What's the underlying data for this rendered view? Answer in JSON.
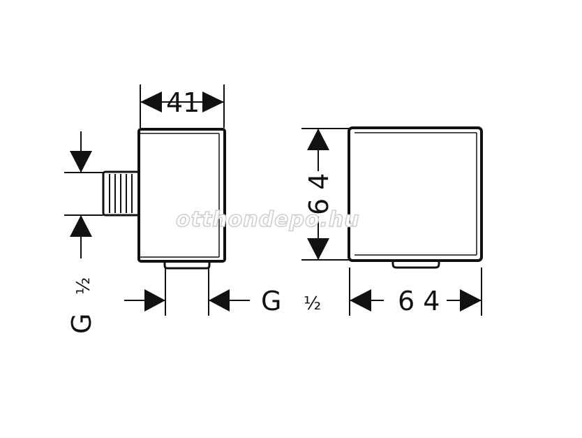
{
  "colors": {
    "line": "#111111",
    "background": "#ffffff",
    "watermark_outline": "#cfcfcf"
  },
  "side_view": {
    "width_label": "41",
    "inlet_label_main": "G",
    "inlet_label_fraction": "½"
  },
  "front_view": {
    "height_label": "6 4",
    "width_label": "6 4",
    "outlet_label_main": "G",
    "outlet_label_fraction": "½"
  },
  "watermark": {
    "text": "otthondepo.hu"
  }
}
